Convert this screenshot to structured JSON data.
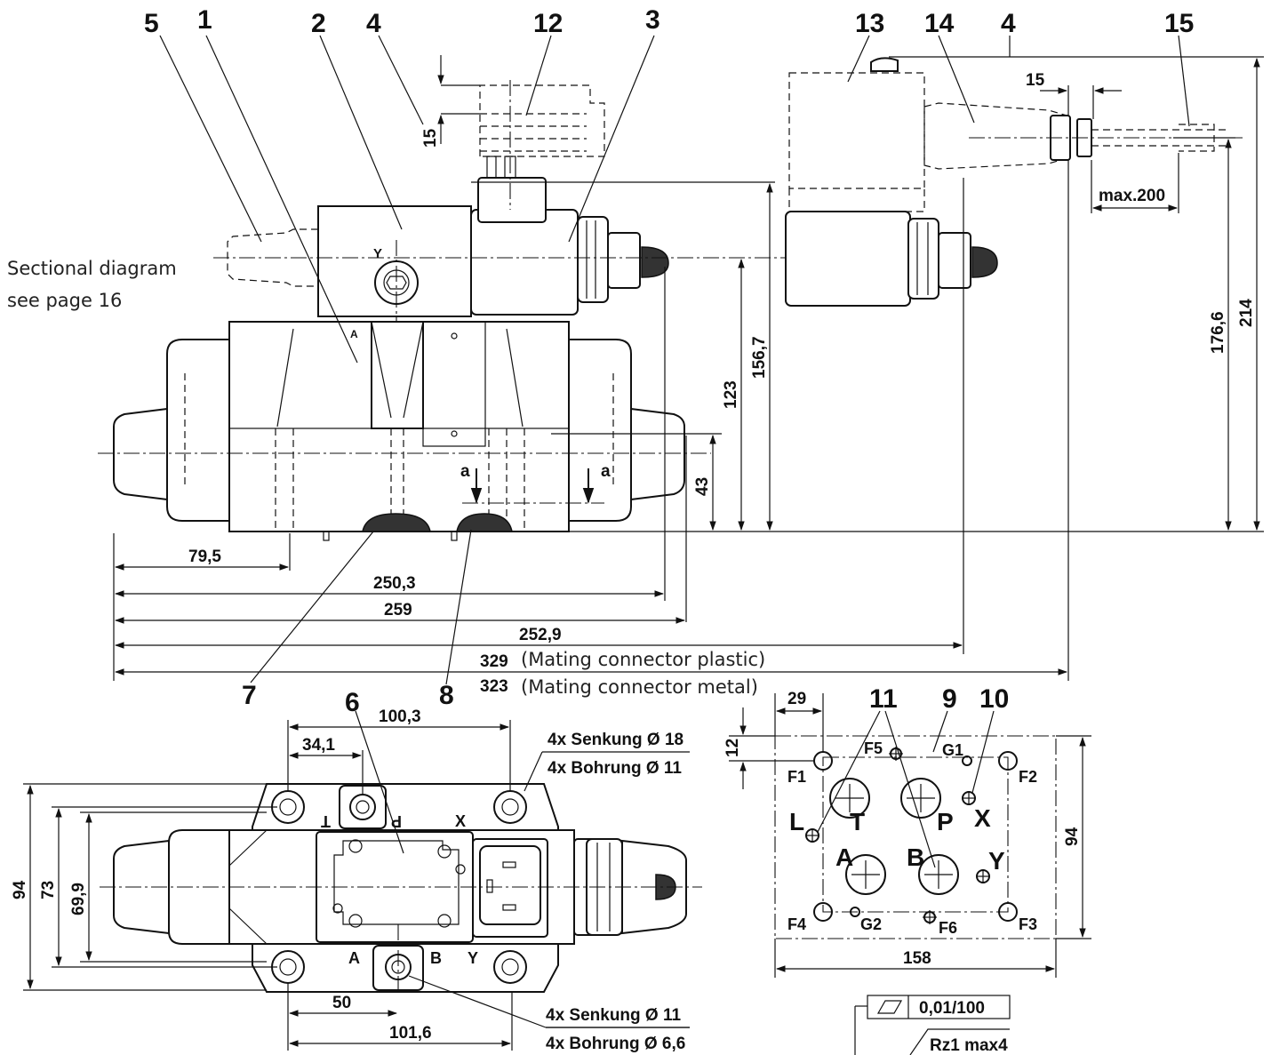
{
  "callouts": [
    "5",
    "1",
    "2",
    "4",
    "12",
    "3",
    "13",
    "14",
    "4",
    "15",
    "7",
    "8",
    "6",
    "11",
    "9",
    "10"
  ],
  "note": {
    "line1": "Sectional diagram",
    "line2": "see page 16"
  },
  "side_view": {
    "port_a_small": "A",
    "port_y": "Y",
    "section_mark": "a"
  },
  "dimensions": {
    "d15_left": "15",
    "d15_right": "15",
    "max200": "max.200",
    "d214": "214",
    "d176_6": "176,6",
    "d156_7": "156,7",
    "d123": "123",
    "d43": "43",
    "d79_5": "79,5",
    "d250_3": "250,3",
    "d259": "259",
    "d252_9": "252,9",
    "d329": "329",
    "d323": "323",
    "d100_3": "100,3",
    "d34_1": "34,1",
    "d94_left": "94",
    "d73": "73",
    "d69_9": "69,9",
    "d50": "50",
    "d101_6": "101,6",
    "d29": "29",
    "d12": "12",
    "d94_right": "94",
    "d158": "158"
  },
  "connector_notes": {
    "plastic": "(Mating connector plastic)",
    "metal": "(Mating connector metal)"
  },
  "hole_notes": {
    "top_counterbore": "4x Senkung Ø 18",
    "top_bore": "4x Bohrung Ø 11",
    "bottom_counterbore": "4x Senkung Ø 11",
    "bottom_bore": "4x Bohrung Ø 6,6"
  },
  "top_view_ports": {
    "t": "T",
    "p": "P",
    "x": "X",
    "a": "A",
    "b": "B",
    "y": "Y"
  },
  "plate_ports": {
    "f1": "F1",
    "f2": "F2",
    "f3": "F3",
    "f4": "F4",
    "f5": "F5",
    "f6": "F6",
    "g1": "G1",
    "g2": "G2",
    "l": "L",
    "t": "T",
    "p": "P",
    "x": "X",
    "a": "A",
    "b": "B",
    "y": "Y"
  },
  "surface_spec": {
    "flatness": "0,01/100",
    "roughness": "Rz1 max4"
  }
}
